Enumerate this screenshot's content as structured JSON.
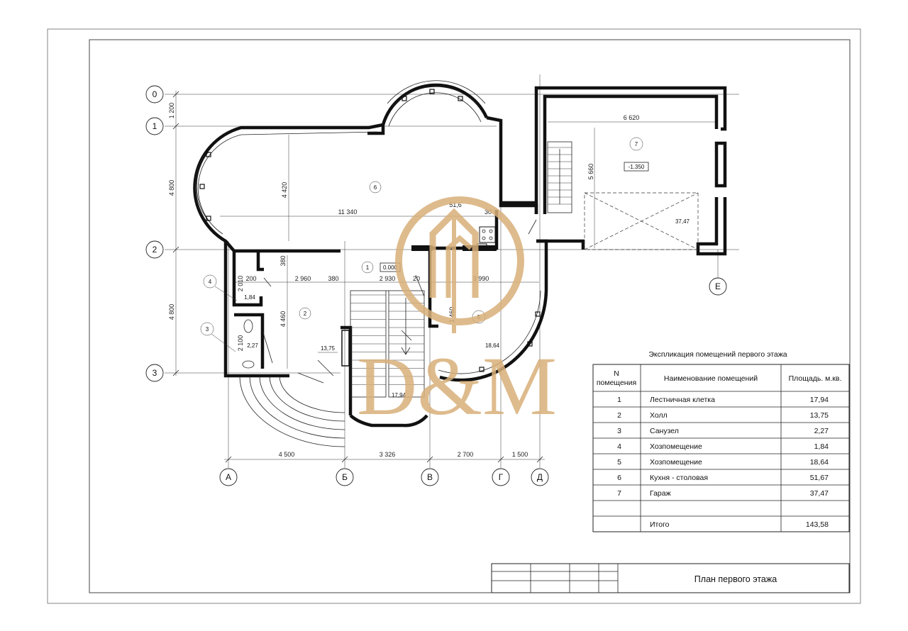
{
  "drawing": {
    "axes_horizontal": [
      "0",
      "1",
      "2",
      "3"
    ],
    "axes_vertical": [
      "А",
      "Б",
      "В",
      "Г",
      "Д",
      "Е"
    ],
    "dimensions": {
      "left_0_1": "1 200",
      "left_1_2": "4 800",
      "left_2_3": "4 800",
      "bottom_a_b": "4 500",
      "bottom_b_v": "3 326",
      "bottom_v_g": "2 700",
      "bottom_g_d": "1 500",
      "kitchen_height": "4 420",
      "kitchen_width": "11 340",
      "hall_height": "4 460",
      "hall_w1": "200",
      "hall_w2": "2 960",
      "hall_w3": "380",
      "hall_w4": "2 930",
      "hall_w5": "20",
      "hall_w6": "3 990",
      "v380": "380",
      "v2010": "2 010",
      "v2100": "2 100",
      "garage_width": "6 620",
      "garage_height": "5 660",
      "room5_dim": "1 460",
      "kitchen_partial": "51,6",
      "kitchen_partial2": "30"
    },
    "rooms": {
      "r1_num": "1",
      "r1_level": "0.000",
      "r1_area": "17,94",
      "r2_num": "2",
      "r2_area": "13,75",
      "r3_num": "3",
      "r3_area": "2,27",
      "r4_num": "4",
      "r4_area": "1,84",
      "r5_num": "5",
      "r5_area": "18,64",
      "r6_num": "6",
      "r7_num": "7",
      "r7_level": "-1.350",
      "r7_area": "37,47"
    }
  },
  "watermark": {
    "text": "D&M",
    "color": "#d9b07a"
  },
  "explication": {
    "title": "Экспликация помещений первого этажа",
    "headers": {
      "num_line1": "N",
      "num_line2": "помещения",
      "name": "Наименование помещений",
      "area": "Площадь. м.кв."
    },
    "rows": [
      {
        "num": "1",
        "name": "Лестничная клетка",
        "area": "17,94"
      },
      {
        "num": "2",
        "name": "Холл",
        "area": "13,75"
      },
      {
        "num": "3",
        "name": "Санузел",
        "area": "2,27"
      },
      {
        "num": "4",
        "name": "Хозпомещение",
        "area": "1,84"
      },
      {
        "num": "5",
        "name": "Хозпомещение",
        "area": "18,64"
      },
      {
        "num": "6",
        "name": "Кухня - столовая",
        "area": "51,67"
      },
      {
        "num": "7",
        "name": "Гараж",
        "area": "37,47"
      }
    ],
    "total_label": "Итого",
    "total_area": "143,58"
  },
  "title_block": {
    "sheet_title": "План первого этажа"
  }
}
